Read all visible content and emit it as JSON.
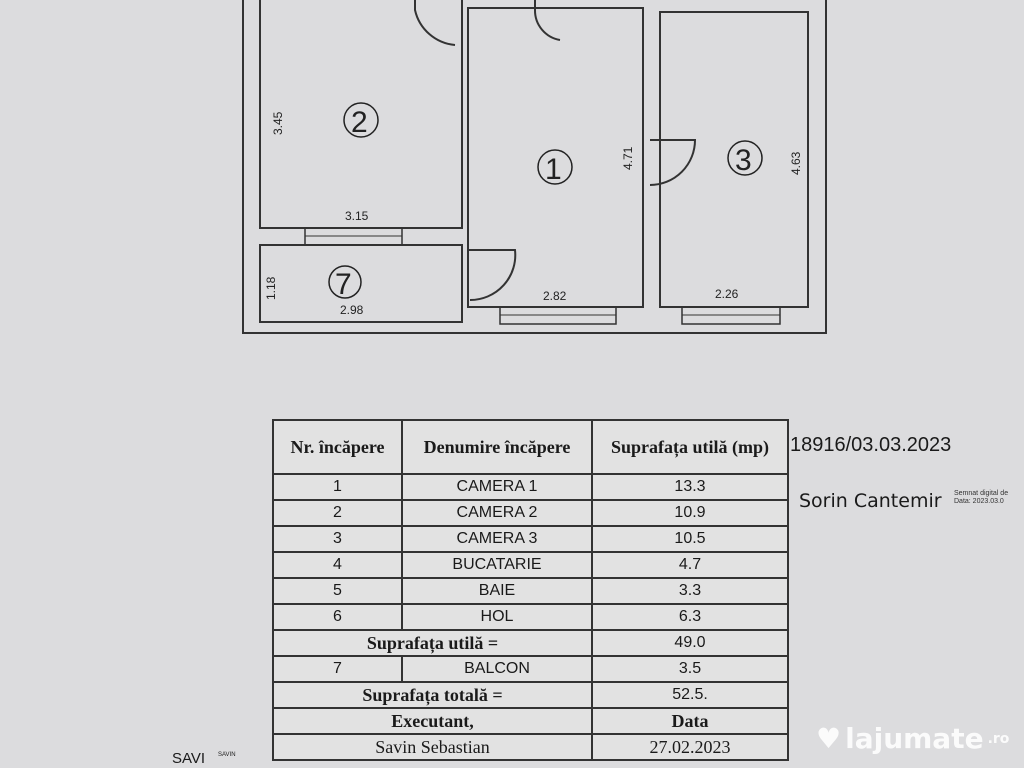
{
  "plan": {
    "rooms": [
      {
        "number": "1"
      },
      {
        "number": "2"
      },
      {
        "number": "3"
      },
      {
        "number": "7"
      }
    ],
    "dimensions": {
      "r2_height": "3.45",
      "r2_width": "3.15",
      "r1_height": "4.71",
      "r1_width": "2.82",
      "r3_height": "4.63",
      "r3_width": "2.26",
      "r7_height": "1.18",
      "r7_width": "2.98"
    }
  },
  "table": {
    "headers": [
      "Nr. încăpere",
      "Denumire încăpere",
      "Suprafața utilă (mp)"
    ],
    "rows": [
      {
        "nr": "1",
        "name": "CAMERA 1",
        "area": "13.3"
      },
      {
        "nr": "2",
        "name": "CAMERA 2",
        "area": "10.9"
      },
      {
        "nr": "3",
        "name": "CAMERA 3",
        "area": "10.5"
      },
      {
        "nr": "4",
        "name": "BUCATARIE",
        "area": "4.7"
      },
      {
        "nr": "5",
        "name": "BAIE",
        "area": "3.3"
      },
      {
        "nr": "6",
        "name": "HOL",
        "area": "6.3"
      }
    ],
    "util_label": "Suprafața utilă =",
    "util_value": "49.0",
    "balcon": {
      "nr": "7",
      "name": "BALCON",
      "area": "3.5"
    },
    "total_label": "Suprafața totală =",
    "total_value": "52.5.",
    "executant_label": "Executant,",
    "data_label": "Data",
    "executant_name": "Savin Sebastian",
    "date": "27.02.2023"
  },
  "registration": "18916/03.03.2023",
  "signature": {
    "name": "Sorin Cantemir",
    "note1": "Semnat digital de",
    "note2": "Data: 2023.03.0"
  },
  "stamp": {
    "logo": "SAVI",
    "small": "SAVIN"
  },
  "watermark": {
    "brand": "lajumate",
    "tld": ".ro"
  }
}
